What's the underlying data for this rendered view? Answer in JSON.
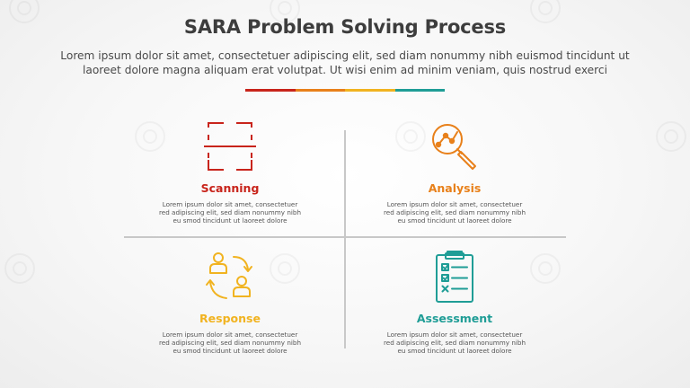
{
  "title": "SARA Problem Solving Process",
  "subtitle": "Lorem ipsum dolor sit amet, consectetuer adipiscing elit, sed diam nonummy nibh euismod tincidunt ut laoreet dolore magna aliquam erat volutpat. Ut wisi enim ad minim veniam, quis nostrud exerci",
  "colors": {
    "scanning": "#c8241b",
    "analysis": "#e8801a",
    "response": "#f1b320",
    "assessment": "#1f9d96"
  },
  "quadrants": [
    {
      "label": "Scanning",
      "icon": "scan-frame-icon",
      "description": "Lorem ipsum dolor sit amet, consectetuer red adipiscing elit, sed diam nonummy nibh eu smod tincidunt ut laoreet dolore"
    },
    {
      "label": "Analysis",
      "icon": "magnifier-analysis-icon",
      "description": "Lorem ipsum dolor sit amet, consectetuer red adipiscing elit, sed diam nonummy nibh eu smod tincidunt ut laoreet dolore"
    },
    {
      "label": "Response",
      "icon": "people-exchange-icon",
      "description": "Lorem ipsum dolor sit amet, consectetuer red adipiscing elit, sed diam nonummy nibh eu smod tincidunt ut laoreet dolore"
    },
    {
      "label": "Assessment",
      "icon": "clipboard-checklist-icon",
      "description": "Lorem ipsum dolor sit amet, consectetuer red adipiscing elit, sed diam nonummy nibh eu smod tincidunt ut laoreet dolore"
    }
  ]
}
